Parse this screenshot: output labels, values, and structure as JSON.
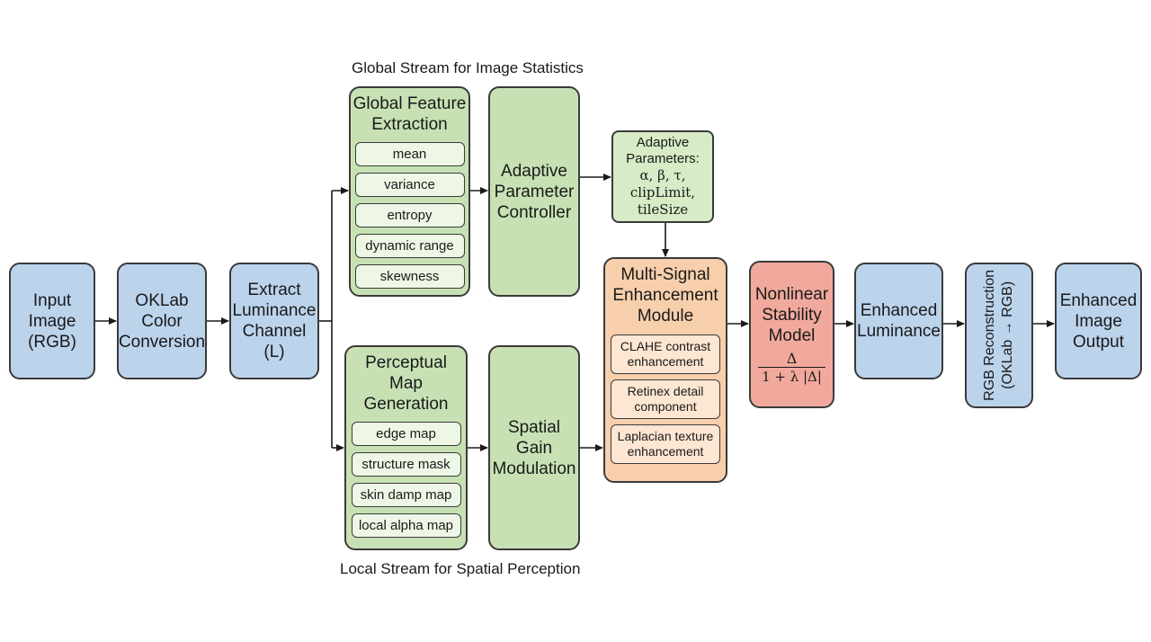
{
  "captions": {
    "global_stream": "Global Stream for Image Statistics",
    "local_stream": "Local Stream for Spatial Perception"
  },
  "nodes": {
    "input": "Input\nImage\n(RGB)",
    "oklab": "OKLab\nColor\nConversion",
    "extract": "Extract\nLuminance\nChannel\n(L)",
    "global_feature": {
      "title": "Global Feature\nExtraction",
      "items": [
        "mean",
        "variance",
        "entropy",
        "dynamic range",
        "skewness"
      ]
    },
    "adaptive_controller": "Adaptive\nParameter\nController",
    "adaptive_params": {
      "label": "Adaptive\nParameters:",
      "symbols": "α, β, τ,",
      "line2": "clipLimit,",
      "line3": "tileSize"
    },
    "perceptual_map": {
      "title": "Perceptual Map\nGeneration",
      "items": [
        "edge map",
        "structure mask",
        "skin damp map",
        "local alpha map"
      ]
    },
    "spatial_gain": "Spatial\nGain\nModulation",
    "multi_signal": {
      "title": "Multi-Signal\nEnhancement\nModule",
      "items": [
        "CLAHE contrast\nenhancement",
        "Retinex detail\ncomponent",
        "Laplacian texture\nenhancement"
      ]
    },
    "nonlinear": {
      "title": "Nonlinear\nStability\nModel",
      "numerator": "Δ",
      "denominator": "1 + λ |Δ|"
    },
    "enhanced_lum": "Enhanced\nLuminance",
    "rgb_recon": "RGB Reconstruction\n(OKLab → RGB)",
    "output": "Enhanced\nImage\nOutput"
  },
  "colors": {
    "blue": "#bcd3ec",
    "green": "#c7e1b4",
    "orange": "#f8cfac",
    "red": "#f0a99c",
    "stroke": "#3a3a3a"
  }
}
